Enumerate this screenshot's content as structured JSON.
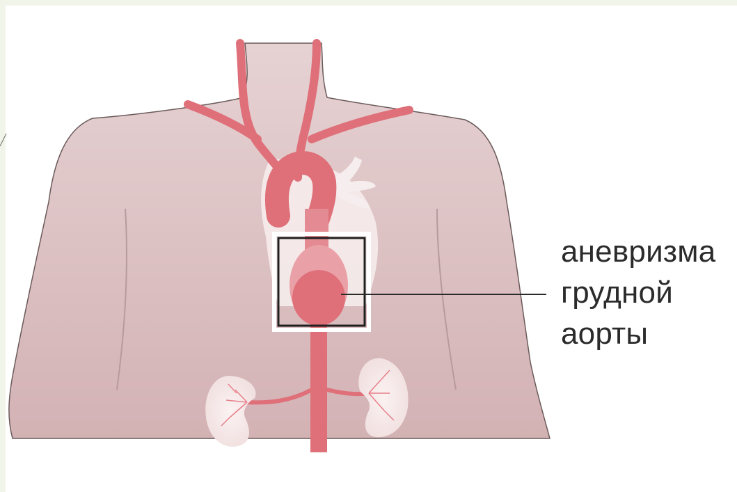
{
  "label": {
    "lines": [
      "аневризма",
      "грудной",
      "аорты"
    ]
  },
  "colors": {
    "background_strip": "#f1f4e8",
    "body_skin": "#e0c7c8",
    "body_outline": "#6b5a5a",
    "organ_pale": "#f4eaea",
    "artery": "#df6f79",
    "artery_dark": "#c94f5c",
    "aneurysm_bulge": "#eaa0a7",
    "highlight_box": "#1f1f1f",
    "leader_line": "#2b2b2b",
    "label_text": "#2b2b2b"
  }
}
